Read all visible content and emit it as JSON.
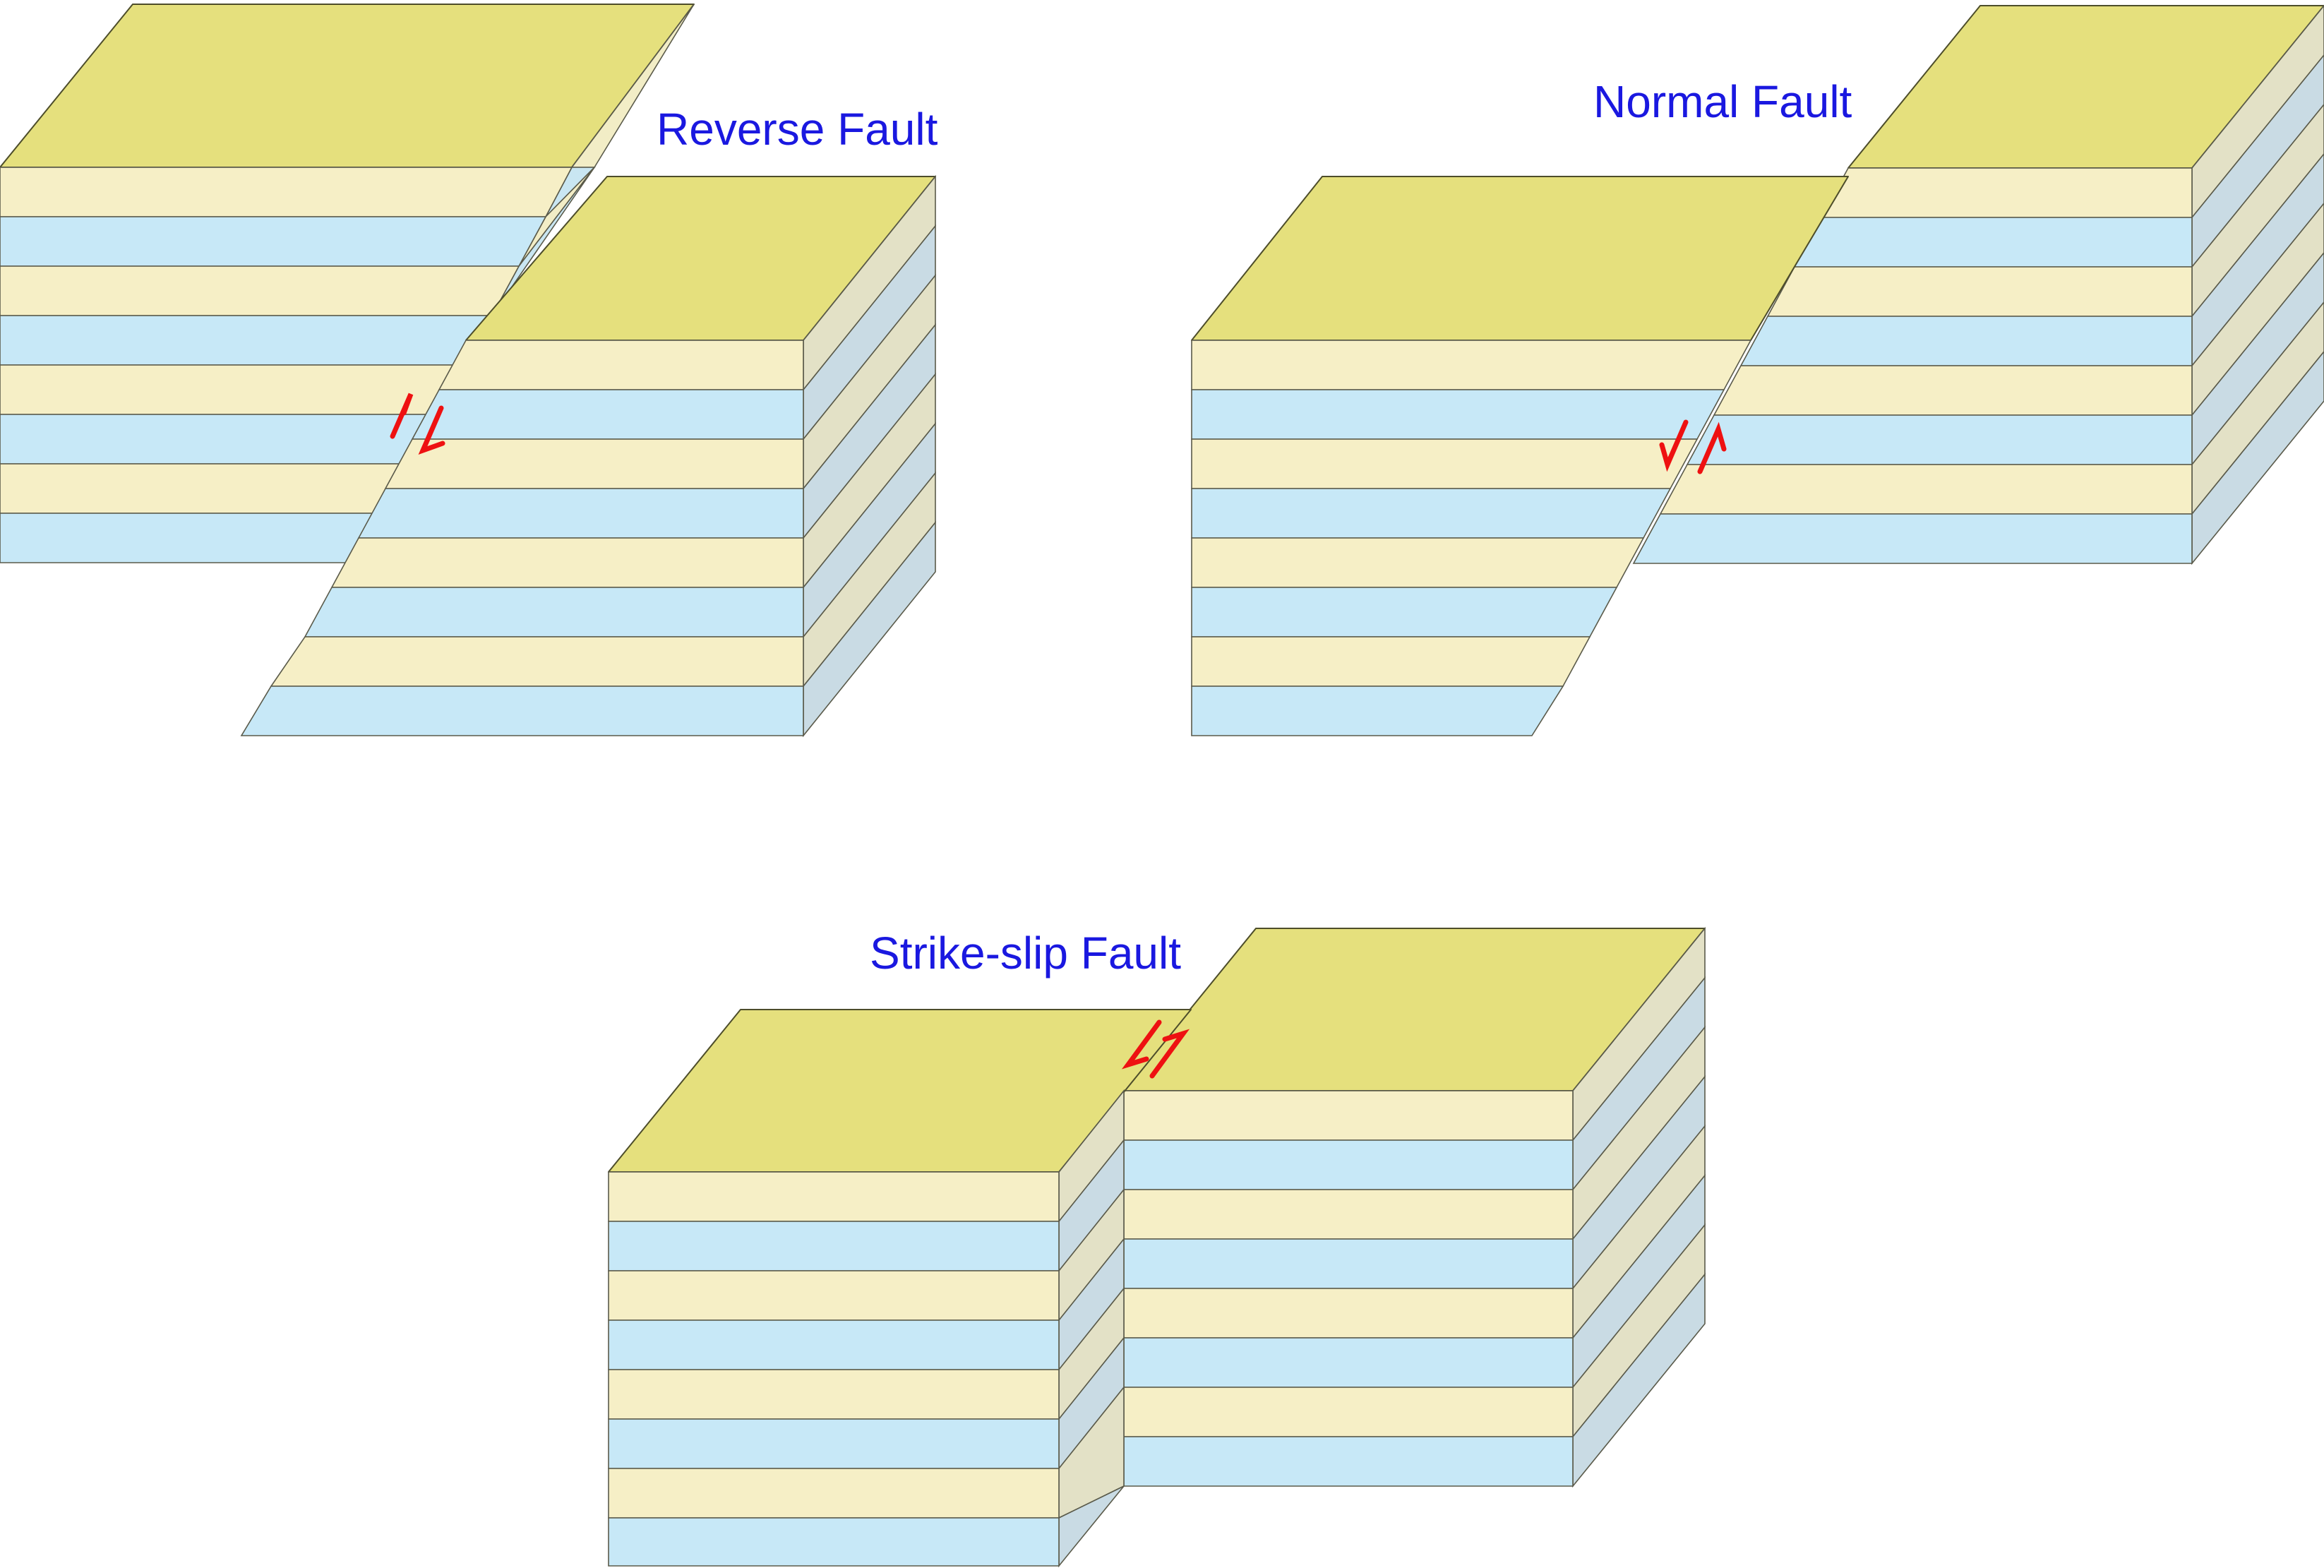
{
  "labels": {
    "reverse": "Reverse Fault",
    "normal": "Normal Fault",
    "strike_slip": "Strike-slip Fault"
  },
  "colors": {
    "label_text": "#1a18e0",
    "top_surface": "#e5e07d",
    "layer_cream": "#f6efc6",
    "layer_blue": "#c7e8f7",
    "side_cream": "#e3e1c6",
    "side_blue": "#c9dbe4",
    "arrow": "#ee1111"
  }
}
